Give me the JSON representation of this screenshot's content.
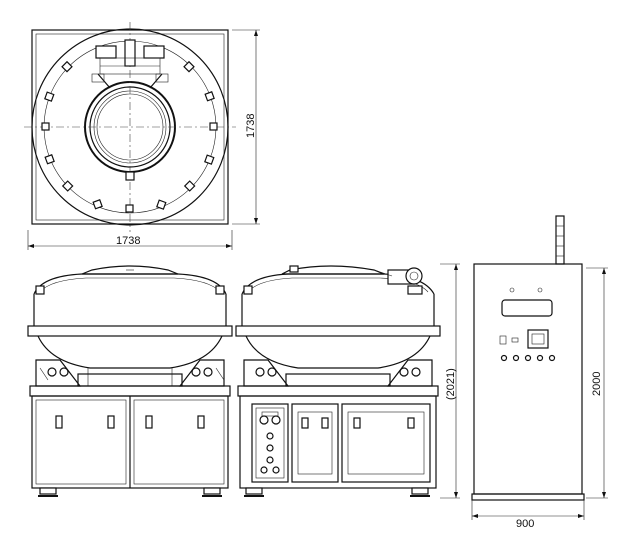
{
  "drawing": {
    "top_view": {
      "width_dim": "1738",
      "height_dim": "1738"
    },
    "side_view": {
      "height_dim": "(2021)"
    },
    "cabinet_view": {
      "height_dim": "2000",
      "width_dim": "900"
    }
  }
}
